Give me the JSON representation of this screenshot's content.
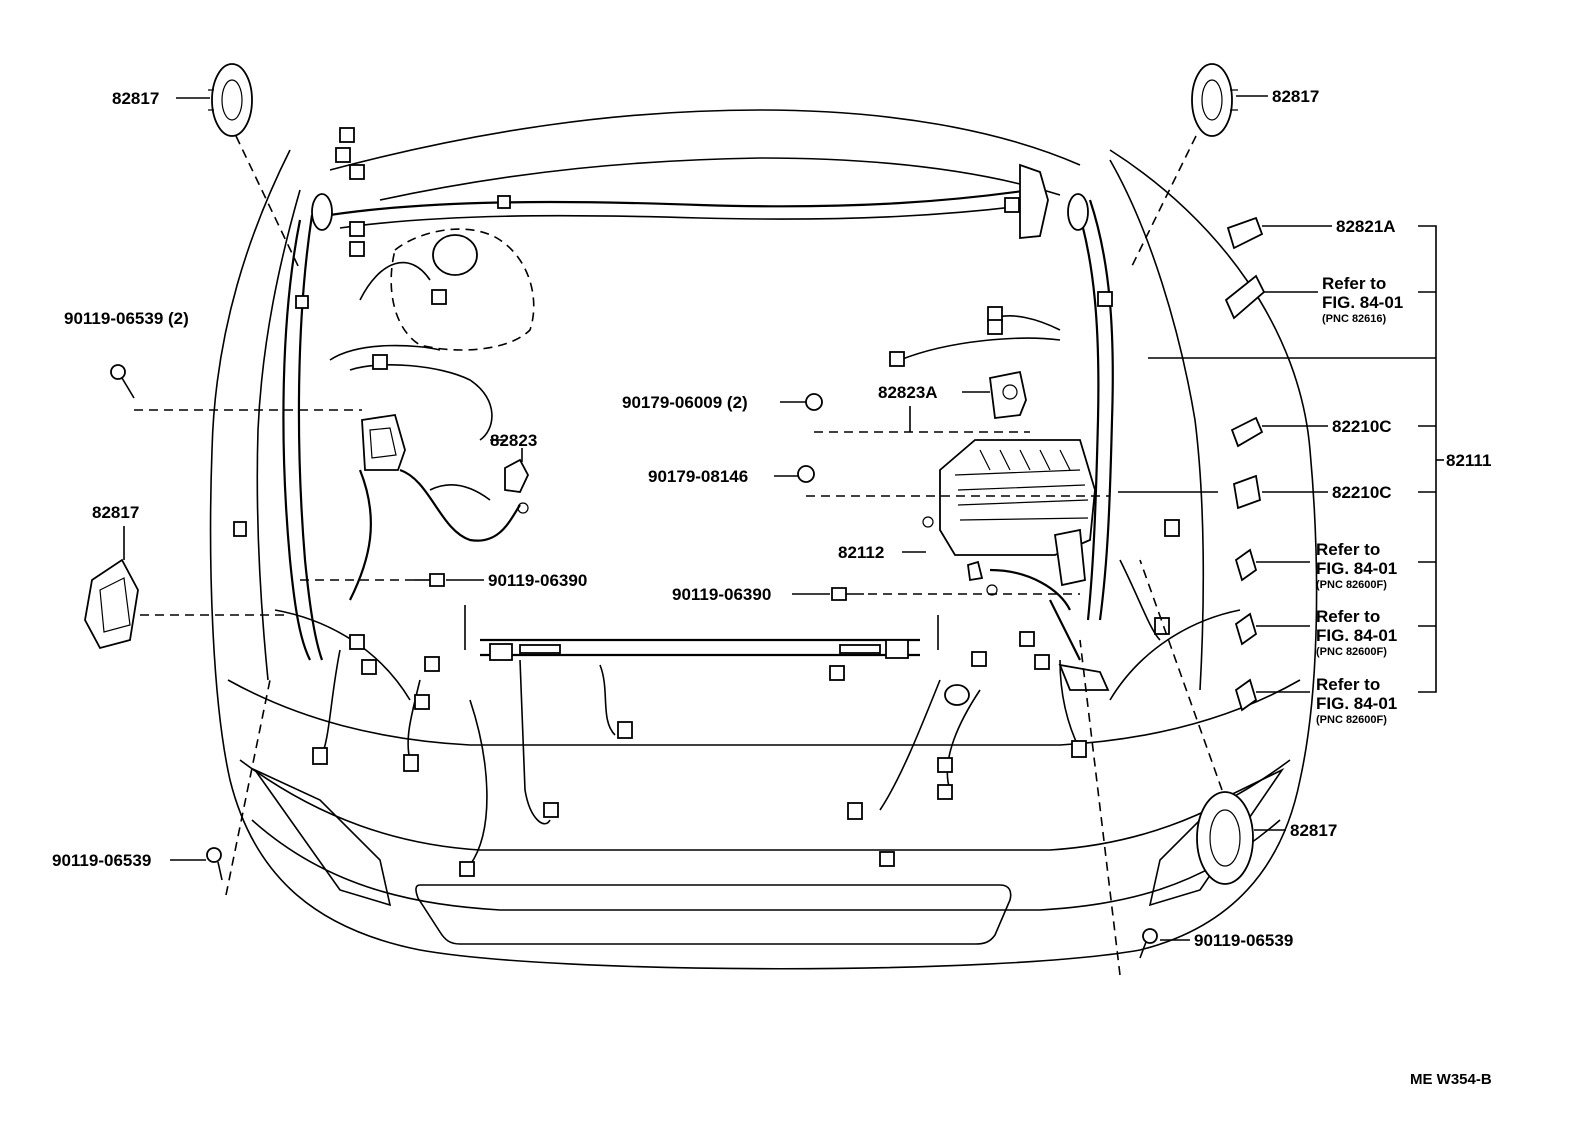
{
  "diagram_id": "ME W354-B",
  "labels": {
    "p82817_tl": "82817",
    "p82817_tr": "82817",
    "p82817_ml": "82817",
    "p82817_br": "82817",
    "p90119_06539_2": "90119-06539 (2)",
    "p90119_06539_bl": "90119-06539",
    "p90119_06539_br": "90119-06539",
    "p90119_06390_l": "90119-06390",
    "p90119_06390_c": "90119-06390",
    "p82823": "82823",
    "p82823A": "82823A",
    "p90179_06009_2": "90179-06009 (2)",
    "p90179_08146": "90179-08146",
    "p82112": "82112",
    "p82821A": "82821A",
    "p82210C_1": "82210C",
    "p82210C_2": "82210C",
    "p82111": "82111"
  },
  "references": [
    {
      "line1": "Refer to",
      "line2": "FIG. 84-01",
      "pnc": "(PNC 82616)"
    },
    {
      "line1": "Refer to",
      "line2": "FIG. 84-01",
      "pnc": "(PNC 82600F)"
    },
    {
      "line1": "Refer to",
      "line2": "FIG. 84-01",
      "pnc": "(PNC 82600F)"
    },
    {
      "line1": "Refer to",
      "line2": "FIG. 84-01",
      "pnc": "(PNC 82600F)"
    }
  ]
}
